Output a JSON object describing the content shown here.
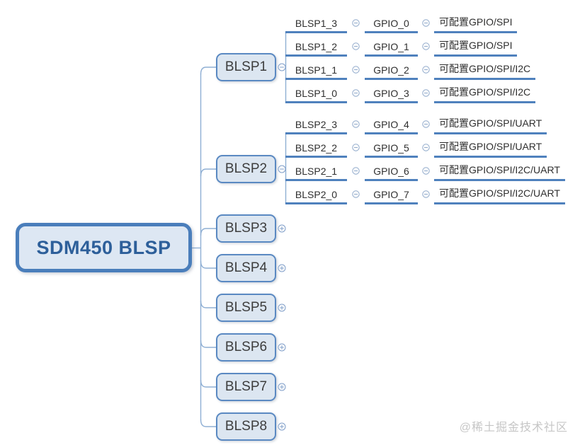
{
  "root": {
    "label": "SDM450 BLSP"
  },
  "branches": [
    {
      "label": "BLSP1",
      "state": "expanded",
      "children": [
        {
          "pin": "BLSP1_3",
          "gpio": "GPIO_0",
          "desc": "可配置GPIO/SPI"
        },
        {
          "pin": "BLSP1_2",
          "gpio": "GPIO_1",
          "desc": "可配置GPIO/SPI"
        },
        {
          "pin": "BLSP1_1",
          "gpio": "GPIO_2",
          "desc": "可配置GPIO/SPI/I2C"
        },
        {
          "pin": "BLSP1_0",
          "gpio": "GPIO_3",
          "desc": "可配置GPIO/SPI/I2C"
        }
      ]
    },
    {
      "label": "BLSP2",
      "state": "expanded",
      "children": [
        {
          "pin": "BLSP2_3",
          "gpio": "GPIO_4",
          "desc": "可配置GPIO/SPI/UART"
        },
        {
          "pin": "BLSP2_2",
          "gpio": "GPIO_5",
          "desc": "可配置GPIO/SPI/UART"
        },
        {
          "pin": "BLSP2_1",
          "gpio": "GPIO_6",
          "desc": "可配置GPIO/SPI/I2C/UART"
        },
        {
          "pin": "BLSP2_0",
          "gpio": "GPIO_7",
          "desc": "可配置GPIO/SPI/I2C/UART"
        }
      ]
    },
    {
      "label": "BLSP3",
      "state": "collapsed",
      "children": []
    },
    {
      "label": "BLSP4",
      "state": "collapsed",
      "children": []
    },
    {
      "label": "BLSP5",
      "state": "collapsed",
      "children": []
    },
    {
      "label": "BLSP6",
      "state": "collapsed",
      "children": []
    },
    {
      "label": "BLSP7",
      "state": "collapsed",
      "children": []
    },
    {
      "label": "BLSP8",
      "state": "collapsed",
      "children": []
    }
  ],
  "icons": {
    "collapse": "minus-circle",
    "expand": "plus-circle"
  },
  "watermark": "@稀土掘金技术社区",
  "colors": {
    "branch_line": "#4f81bd",
    "thin_line": "#8fafd4",
    "node_border": "#5a89c2",
    "node_fill": "#dce6f1",
    "root_border": "#4a7ebb",
    "root_fill": "#dde7f3",
    "root_text": "#2d5f9a",
    "topic_text": "#2f2f2f",
    "icon_stroke": "#7f9ec9",
    "watermark": "#c6c6c6"
  }
}
